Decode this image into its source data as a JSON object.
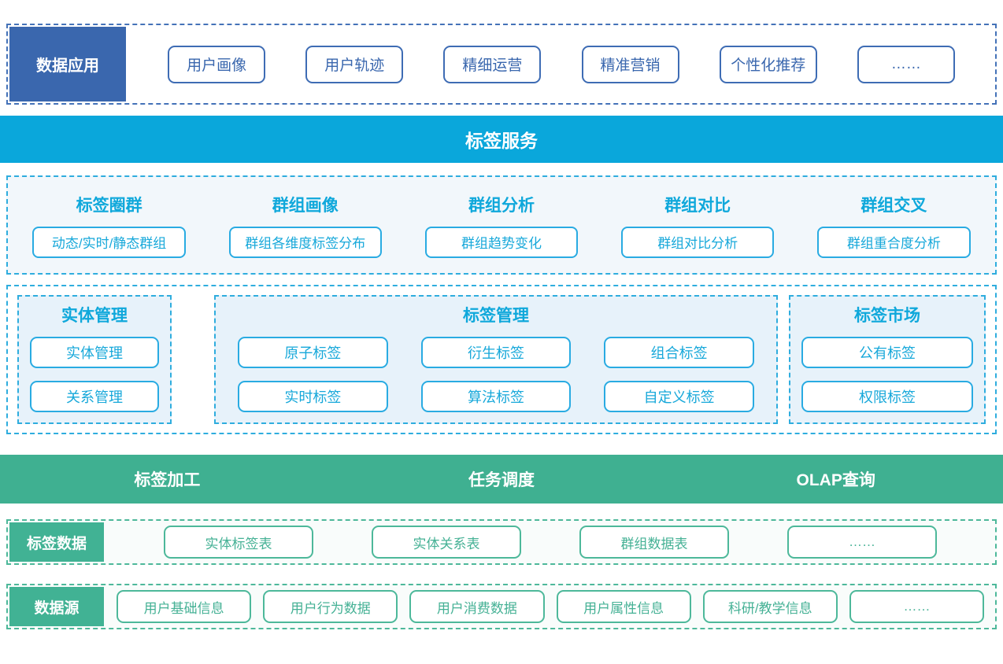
{
  "colors": {
    "dark_blue": "#3a67ae",
    "blue_border": "#3e6cb4",
    "cyan_bar": "#0aa7db",
    "cyan_accent": "#29abe2",
    "green_bar": "#3fb091",
    "green_accent": "#4db89a",
    "light_blue_bg": "#e7f2fa",
    "pale_blue_bg": "#f2f7fb",
    "pale_green_bg": "#f9fcfb"
  },
  "apps_row": {
    "label": "数据应用",
    "items": [
      "用户画像",
      "用户轨迹",
      "精细运营",
      "精准营销",
      "个性化推荐",
      "……"
    ]
  },
  "service_bar": {
    "label": "标签服务"
  },
  "group_section": {
    "columns": [
      {
        "title": "标签圈群",
        "box": "动态/实时/静态群组"
      },
      {
        "title": "群组画像",
        "box": "群组各维度标签分布"
      },
      {
        "title": "群组分析",
        "box": "群组趋势变化"
      },
      {
        "title": "群组对比",
        "box": "群组对比分析"
      },
      {
        "title": "群组交叉",
        "box": "群组重合度分析"
      }
    ]
  },
  "mgmt_section": {
    "entity": {
      "title": "实体管理",
      "boxes": [
        "实体管理",
        "关系管理"
      ]
    },
    "tag": {
      "title": "标签管理",
      "boxes": [
        "原子标签",
        "衍生标签",
        "组合标签",
        "实时标签",
        "算法标签",
        "自定义标签"
      ]
    },
    "market": {
      "title": "标签市场",
      "boxes": [
        "公有标签",
        "权限标签"
      ]
    }
  },
  "compute_bar": {
    "items": [
      "标签加工",
      "任务调度",
      "OLAP查询"
    ]
  },
  "tagdata_row": {
    "label": "标签数据",
    "items": [
      "实体标签表",
      "实体关系表",
      "群组数据表",
      "……"
    ]
  },
  "datasource_row": {
    "label": "数据源",
    "items": [
      "用户基础信息",
      "用户行为数据",
      "用户消费数据",
      "用户属性信息",
      "科研/教学信息",
      "……"
    ]
  }
}
